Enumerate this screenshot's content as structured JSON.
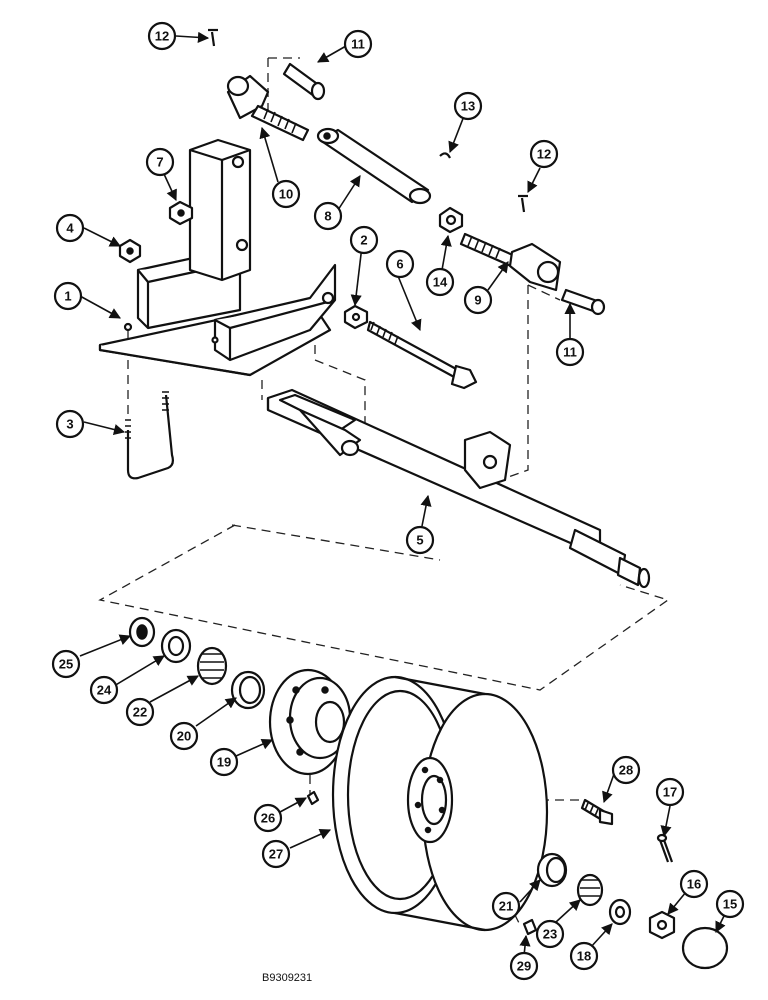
{
  "figure_id": "B9309231",
  "callouts": [
    "12",
    "11",
    "13",
    "12",
    "10",
    "7",
    "8",
    "4",
    "2",
    "6",
    "14",
    "9",
    "1",
    "11",
    "3",
    "5",
    "25",
    "24",
    "22",
    "20",
    "19",
    "28",
    "17",
    "26",
    "27",
    "16",
    "15",
    "21",
    "23",
    "18",
    "29"
  ]
}
